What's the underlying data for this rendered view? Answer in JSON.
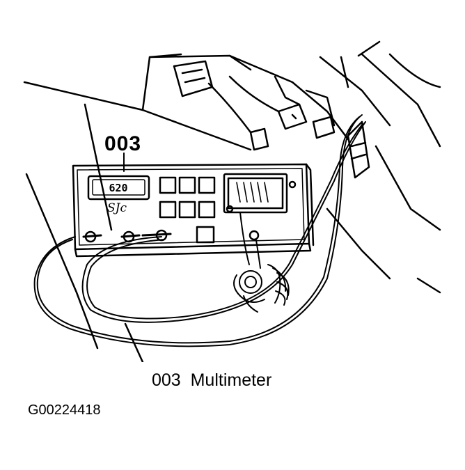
{
  "callout": {
    "number": "003"
  },
  "display": {
    "reading": "620",
    "brand_mark": "SJc"
  },
  "caption": {
    "text": "003  Multimeter"
  },
  "figure_id": "G00224418"
}
